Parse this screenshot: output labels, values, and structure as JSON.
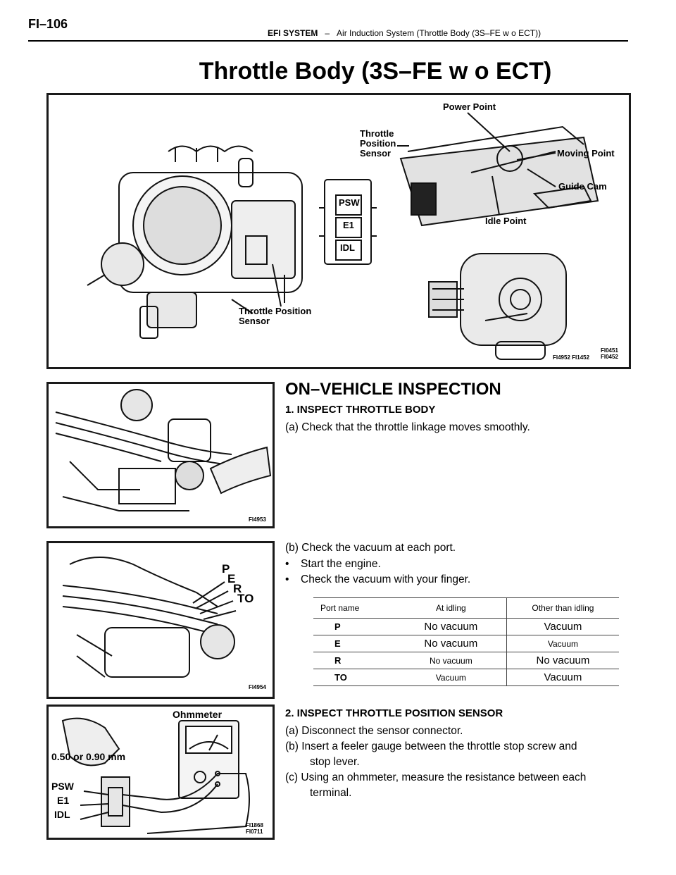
{
  "header": {
    "page_number": "FI–106",
    "system": "EFI SYSTEM",
    "separator": "–",
    "subtitle": "Air Induction System (Throttle Body (3S–FE w o ECT))"
  },
  "title": "Throttle Body (3S–FE w o ECT)",
  "figure1": {
    "labels": {
      "power_point": "Power Point",
      "tps_top": "Throttle\nPosition\nSensor",
      "moving_point": "Moving Point",
      "guide_cam": "Guide Cam",
      "idle_point": "Idle Point",
      "tps_bottom": "Throttle Position\nSensor",
      "psw": "PSW",
      "e1": "E1",
      "idl": "IDL"
    },
    "codes": "FI4952  FI1452",
    "codes_right": "FI0451\nFI0452"
  },
  "figure2": {
    "code": "FI4953"
  },
  "figure3": {
    "labels": {
      "p": "P",
      "e": "E",
      "r": "R",
      "to": "TO"
    },
    "code": "FI4954"
  },
  "figure4": {
    "labels": {
      "ohmmeter": "Ohmmeter",
      "gap": "0.50 or 0.90 mm",
      "psw": "PSW",
      "e1": "E1",
      "idl": "IDL"
    },
    "code": "FI1868\nFI0711"
  },
  "section": {
    "title": "ON–VEHICLE INSPECTION",
    "step1_title": "1. INSPECT THROTTLE BODY",
    "step1_a": "(a) Check that the throttle linkage moves smoothly.",
    "step1_b": "(b) Check the vacuum at each port.",
    "bullet1": "Start the engine.",
    "bullet2": "Check the vacuum with your finger.",
    "step2_title": "2. INSPECT THROTTLE POSITION SENSOR",
    "step2_a": "(a) Disconnect the sensor connector.",
    "step2_b1": "(b) Insert a feeler gauge between the throttle stop screw and",
    "step2_b2": "stop lever.",
    "step2_c1": "(c) Using an ohmmeter, measure the resistance between each",
    "step2_c2": "terminal."
  },
  "vacuum_table": {
    "headers": [
      "Port name",
      "At idling",
      "Other than idling"
    ],
    "rows": [
      {
        "port": "P",
        "idle": "No vacuum",
        "other": "Vacuum"
      },
      {
        "port": "E",
        "idle": "No vacuum",
        "other": "Vacuum"
      },
      {
        "port": "R",
        "idle": "No vacuum",
        "other": "No vacuum"
      },
      {
        "port": "TO",
        "idle": "Vacuum",
        "other": "Vacuum"
      }
    ]
  }
}
